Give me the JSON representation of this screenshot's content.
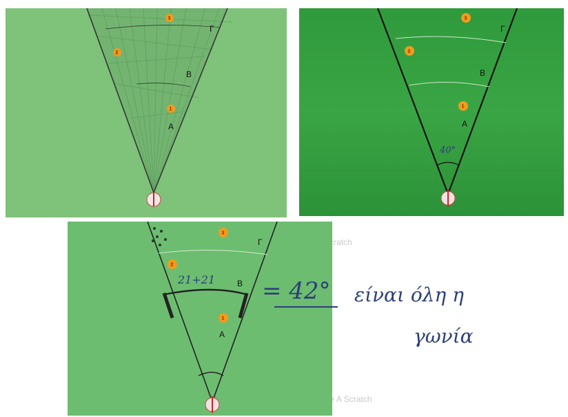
{
  "panels": {
    "top_left": {
      "zone_labels": [
        "A",
        "B",
        "Γ"
      ],
      "markers": [
        "1",
        "2",
        "3"
      ]
    },
    "top_right": {
      "zone_labels": [
        "A",
        "B",
        "Γ"
      ],
      "markers": [
        "1",
        "2",
        "3"
      ],
      "angle_text": "40°"
    },
    "bottom": {
      "zone_labels": [
        "A",
        "B",
        "Γ"
      ],
      "markers": [
        "1",
        "2",
        "3"
      ],
      "arc_sum": "21+21",
      "equation": "= 42°",
      "note_line1": "είναι όλη η",
      "note_line2": "γωνία",
      "faint_bg_text_1": "Zone B Scratch",
      "faint_bg_text_2": "Zone A Scratch"
    }
  },
  "colors": {
    "field_light": "#7fc27a",
    "field_dark": "#33a043",
    "field_bottom": "#6cbd70",
    "marker_orange": "#f39a1c",
    "ink_blue": "#2b3f78"
  }
}
